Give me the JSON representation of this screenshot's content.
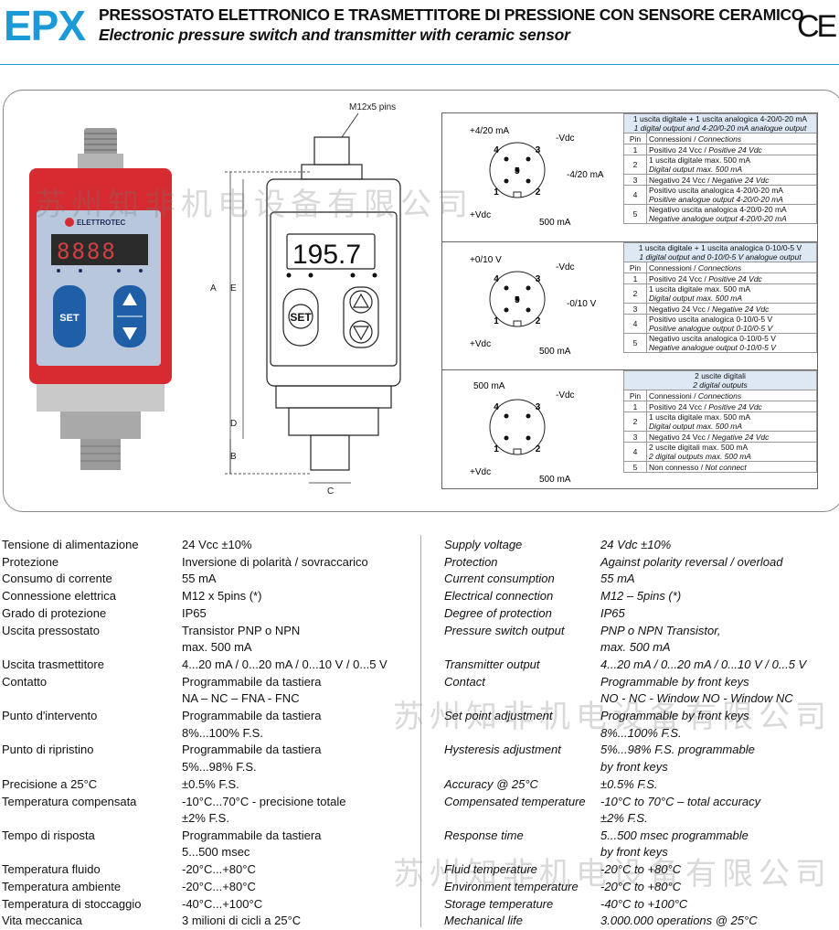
{
  "header": {
    "code": "EPX",
    "title_it": "PRESSOSTATO ELETTRONICO E TRASMETTITORE DI PRESSIONE CON SENSORE CERAMICO",
    "title_en": "Electronic pressure switch and transmitter with ceramic sensor",
    "ce_mark": "CE",
    "accent": "#1a9ad6"
  },
  "photo": {
    "brand": "ELETTROTEC",
    "display": "8888",
    "set_label": "SET",
    "red": "#d62b30",
    "blue": "#1f5fa8"
  },
  "drawing": {
    "connector_label": "M12x5 pins",
    "display_value": "195.7",
    "set_label": "SET",
    "dim_A": "A",
    "dim_E": "E",
    "dim_D": "D",
    "dim_B": "B",
    "dim_C": "C"
  },
  "watermark": "苏州知非机电设备有限公司",
  "pinout": [
    {
      "header_it": "1 uscita digitale + 1 uscita analogica 4-20/0-20 mA",
      "header_en": "1 digital output and 4-20/0-20 mA analogue output",
      "labels": {
        "top_left": "+4/20 mA",
        "top_right": "-Vdc",
        "right": "-4/20 mA",
        "bottom_left": "+Vdc",
        "bottom_right": "500 mA"
      },
      "col_pin": "Pin",
      "col_conn_it": "Connessioni",
      "col_conn_en": "Connections",
      "rows": [
        {
          "pin": "1",
          "it": "Positivo 24 Vcc",
          "en": "Positive 24 Vdc"
        },
        {
          "pin": "2",
          "it": "1 uscita digitale max. 500 mA",
          "en": "Digital output max. 500 mA"
        },
        {
          "pin": "3",
          "it": "Negativo 24 Vcc",
          "en": "Negative 24 Vdc"
        },
        {
          "pin": "4",
          "it": "Positivo uscita analogica 4-20/0-20 mA",
          "en": "Positive analogue output 4-20/0-20 mA"
        },
        {
          "pin": "5",
          "it": "Negativo uscita analogica 4-20/0-20 mA",
          "en": "Negative analogue output 4-20/0-20 mA"
        }
      ]
    },
    {
      "header_it": "1 uscita digitale + 1 uscita analogica 0-10/0-5 V",
      "header_en": "1 digital output and 0-10/0-5 V analogue output",
      "labels": {
        "top_left": "+0/10 V",
        "top_right": "-Vdc",
        "right": "-0/10 V",
        "bottom_left": "+Vdc",
        "bottom_right": "500 mA"
      },
      "col_pin": "Pin",
      "col_conn_it": "Connessioni",
      "col_conn_en": "Connections",
      "rows": [
        {
          "pin": "1",
          "it": "Positivo 24 Vcc",
          "en": "Positive 24 Vdc"
        },
        {
          "pin": "2",
          "it": "1 uscita digitale max. 500 mA",
          "en": "Digital output max. 500 mA"
        },
        {
          "pin": "3",
          "it": "Negativo 24 Vcc",
          "en": "Negative 24 Vdc"
        },
        {
          "pin": "4",
          "it": "Positivo uscita analogica 0-10/0-5 V",
          "en": "Positive analogue output 0-10/0-5 V"
        },
        {
          "pin": "5",
          "it": "Negativo uscita analogica 0-10/0-5 V",
          "en": "Negative analogue output 0-10/0-5 V"
        }
      ]
    },
    {
      "header_it": "2 uscite digitali",
      "header_en": "2 digital outputs",
      "labels": {
        "top_left": "500 mA",
        "top_right": "-Vdc",
        "right": "",
        "bottom_left": "+Vdc",
        "bottom_right": "500 mA"
      },
      "col_pin": "Pin",
      "col_conn_it": "Connessioni",
      "col_conn_en": "Connections",
      "rows": [
        {
          "pin": "1",
          "it": "Positivo 24 Vcc",
          "en": "Positive 24 Vdc"
        },
        {
          "pin": "2",
          "it": "1 uscita digitale max. 500 mA",
          "en": "Digital output max. 500 mA"
        },
        {
          "pin": "3",
          "it": "Negativo 24 Vcc",
          "en": "Negative 24 Vdc"
        },
        {
          "pin": "4",
          "it": "2 uscite digitali max. 500 mA",
          "en": "2 digital outputs max. 500 mA"
        },
        {
          "pin": "5",
          "it": "Non connesso",
          "en": "Not connect"
        }
      ]
    }
  ],
  "specs": [
    {
      "it_label": "Tensione di alimentazione",
      "it_value": [
        "24 Vcc ±10%"
      ],
      "en_label": "Supply voltage",
      "en_value": [
        "24 Vdc ±10%"
      ]
    },
    {
      "it_label": "Protezione",
      "it_value": [
        "Inversione di polarità / sovraccarico"
      ],
      "en_label": "Protection",
      "en_value": [
        "Against polarity reversal / overload"
      ]
    },
    {
      "it_label": "Consumo di corrente",
      "it_value": [
        "55 mA"
      ],
      "en_label": "Current consumption",
      "en_value": [
        "55 mA"
      ]
    },
    {
      "it_label": "Connessione elettrica",
      "it_value": [
        "M12 x 5pins (*)"
      ],
      "en_label": "Electrical connection",
      "en_value": [
        "M12 – 5pins (*)"
      ]
    },
    {
      "it_label": "Grado di protezione",
      "it_value": [
        "IP65"
      ],
      "en_label": "Degree of protection",
      "en_value": [
        "IP65"
      ]
    },
    {
      "it_label": "Uscita pressostato",
      "it_value": [
        "Transistor PNP o NPN",
        "max. 500 mA"
      ],
      "en_label": "Pressure switch output",
      "en_value": [
        "PNP o NPN Transistor,",
        "max. 500 mA"
      ]
    },
    {
      "it_label": "Uscita trasmettitore",
      "it_value": [
        "4...20 mA / 0...20 mA / 0...10 V / 0...5 V"
      ],
      "en_label": "Transmitter output",
      "en_value": [
        "4...20 mA / 0...20 mA / 0...10 V / 0...5 V"
      ]
    },
    {
      "it_label": "Contatto",
      "it_value": [
        "Programmabile da tastiera",
        "NA – NC – FNA - FNC"
      ],
      "en_label": "Contact",
      "en_value": [
        "Programmable by front keys",
        "NO - NC - Window NO - Window NC"
      ]
    },
    {
      "it_label": "Punto d'intervento",
      "it_value": [
        "Programmabile da tastiera",
        "8%...100% F.S."
      ],
      "en_label": "Set point adjustment",
      "en_value": [
        "Programmable by front keys",
        "8%...100% F.S."
      ]
    },
    {
      "it_label": "Punto di ripristino",
      "it_value": [
        "Programmabile da tastiera",
        "5%...98%  F.S."
      ],
      "en_label": "Hysteresis adjustment",
      "en_value": [
        "5%...98%  F.S. programmable",
        "by front keys"
      ]
    },
    {
      "it_label": "Precisione a 25°C",
      "it_value": [
        "±0.5% F.S."
      ],
      "en_label": "Accuracy @ 25°C",
      "en_value": [
        "±0.5% F.S."
      ]
    },
    {
      "it_label": "Temperatura compensata",
      "it_value": [
        "-10°C...70°C - precisione totale",
        "±2% F.S."
      ],
      "en_label": "Compensated temperature",
      "en_value": [
        "-10°C to 70°C – total accuracy",
        "±2% F.S."
      ]
    },
    {
      "it_label": "Tempo di risposta",
      "it_value": [
        "Programmabile da tastiera",
        "5...500 msec"
      ],
      "en_label": "Response time",
      "en_value": [
        "5...500 msec programmable",
        "by front keys"
      ]
    },
    {
      "it_label": "Temperatura fluido",
      "it_value": [
        "-20°C...+80°C"
      ],
      "en_label": "Fluid temperature",
      "en_value": [
        "-20°C to +80°C"
      ]
    },
    {
      "it_label": "Temperatura ambiente",
      "it_value": [
        "-20°C...+80°C"
      ],
      "en_label": "Environment temperature",
      "en_value": [
        "-20°C to +80°C"
      ]
    },
    {
      "it_label": "Temperatura di stoccaggio",
      "it_value": [
        "-40°C...+100°C"
      ],
      "en_label": "Storage temperature",
      "en_value": [
        "-40°C to +100°C"
      ]
    },
    {
      "it_label": "Vita meccanica",
      "it_value": [
        "3 milioni di cicli a 25°C"
      ],
      "en_label": "Mechanical life",
      "en_value": [
        "3.000.000 operations @ 25°C"
      ]
    }
  ]
}
